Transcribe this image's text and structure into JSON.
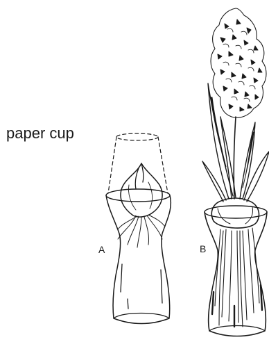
{
  "labels": {
    "paper_cup": "paper cup",
    "a": "A",
    "b": "B"
  },
  "colors": {
    "ink": "#1a1a1a",
    "background": "#ffffff"
  }
}
